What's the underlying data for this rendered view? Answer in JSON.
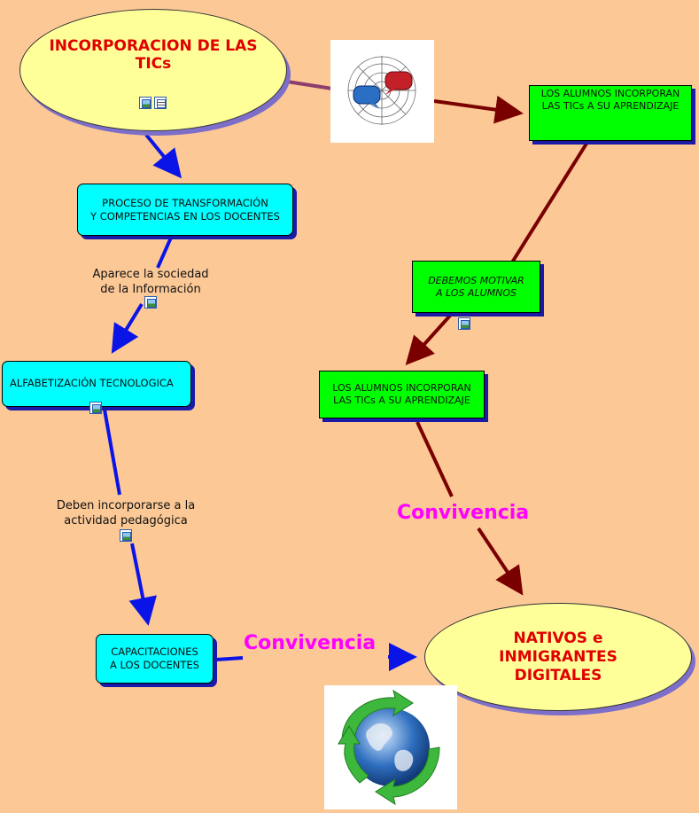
{
  "nodes": {
    "incorporacion": "INCORPORACION DE LAS TICs",
    "proceso_line1": "PROCESO DE TRANSFORMACIÓN",
    "proceso_line2": "Y COMPETENCIAS EN LOS DOCENTES",
    "alfabetizacion": "ALFABETIZACIÓN TECNOLOGICA",
    "capacitaciones_line1": "CAPACITACIONES",
    "capacitaciones_line2": "A LOS DOCENTES",
    "alumnos_top_line1": "LOS ALUMNOS INCORPORAN",
    "alumnos_top_line2": "LAS TICs A SU APRENDIZAJE",
    "debemos_line1": "DEBEMOS MOTIVAR",
    "debemos_line2": "A LOS ALUMNOS",
    "alumnos_mid_line1": "LOS ALUMNOS INCORPORAN",
    "alumnos_mid_line2": "LAS TICs A SU APRENDIZAJE",
    "nativos": "NATIVOS e INMIGRANTES DIGITALES"
  },
  "links": {
    "aparece_line1": "Aparece la sociedad",
    "aparece_line2": "de la Información",
    "deben_line1": "Deben incorporarse a la",
    "deben_line2": "actividad pedagógica",
    "convivencia_right": "Convivencia",
    "convivencia_bottom": "Convivencia"
  },
  "images": {
    "web_icon": "spider-web-chat-icon",
    "globe_icon": "recycling-globe-icon"
  },
  "colors": {
    "background": "#fbc896",
    "blue_arrow": "#0a14e6",
    "dark_red_arrow": "#7a0000",
    "purple_line": "#8b3d6b",
    "oval_fill": "#ffff99",
    "oval_text": "#e00000",
    "cyan_box": "#00ffff",
    "green_box": "#00ff00",
    "convivencia": "#ff00ff"
  }
}
